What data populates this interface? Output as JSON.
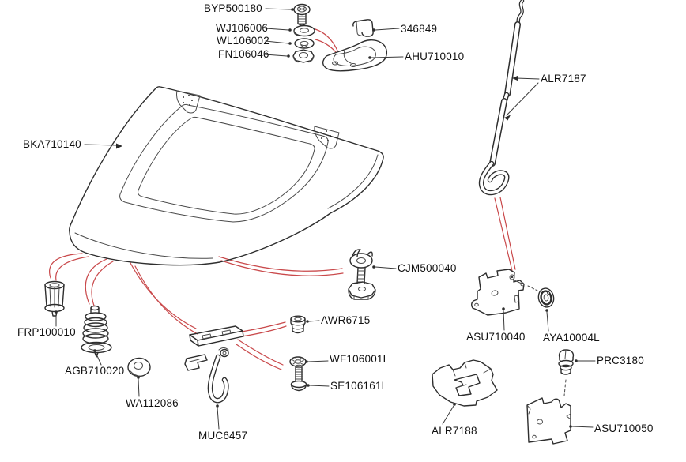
{
  "diagram": {
    "kind": "exploded-parts-diagram",
    "background": "#ffffff",
    "colors": {
      "line": "#2e2e2e",
      "highlight_curves": "#c9494b",
      "label_text": "#111111"
    }
  },
  "parts": [
    {
      "id": "byp500180",
      "label": "BYP500180",
      "shape": "flanged-screw"
    },
    {
      "id": "wj106006",
      "label": "WJ106006",
      "shape": "plain-washer"
    },
    {
      "id": "wl106002",
      "label": "WL106002",
      "shape": "shakeproof-washer"
    },
    {
      "id": "fn106046",
      "label": "FN106046",
      "shape": "hex-nut"
    },
    {
      "id": "346849",
      "label": "346849",
      "shape": "buffer-sleeve"
    },
    {
      "id": "ahu710010",
      "label": "AHU710010",
      "shape": "stop-bracket"
    },
    {
      "id": "alr7187",
      "label": "ALR7187",
      "shape": "prop-rod"
    },
    {
      "id": "bka710140",
      "label": "BKA710140",
      "shape": "bonnet-panel"
    },
    {
      "id": "cjm500040",
      "label": "CJM500040",
      "shape": "adjustable-bump-stop"
    },
    {
      "id": "frp100010",
      "label": "FRP100010",
      "shape": "rubber-buffer"
    },
    {
      "id": "agb710020",
      "label": "AGB710020",
      "shape": "spring-plunger"
    },
    {
      "id": "wa112086",
      "label": "WA112086",
      "shape": "flat-washer"
    },
    {
      "id": "muc6457",
      "label": "MUC6457",
      "shape": "safety-catch"
    },
    {
      "id": "awr6715",
      "label": "AWR6715",
      "shape": "mounting-bush"
    },
    {
      "id": "wf106001l",
      "label": "WF106001L",
      "shape": "toothed-washer"
    },
    {
      "id": "se106161l",
      "label": "SE106161L",
      "shape": "flanged-screw"
    },
    {
      "id": "asu710040",
      "label": "ASU710040",
      "shape": "mounting-bracket"
    },
    {
      "id": "aya10004l",
      "label": "AYA10004L",
      "shape": "grommet"
    },
    {
      "id": "prc3180",
      "label": "PRC3180",
      "shape": "plug-fastener"
    },
    {
      "id": "alr7188",
      "label": "ALR7188",
      "shape": "spring-clip"
    },
    {
      "id": "asu710050",
      "label": "ASU710050",
      "shape": "mounting-bracket"
    }
  ]
}
